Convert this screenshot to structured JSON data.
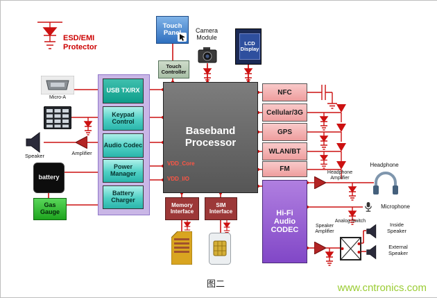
{
  "esd": {
    "label": "ESD/EMI Protector"
  },
  "top": {
    "touch_panel": "Touch Panel",
    "touch_controller": "Touch Controller",
    "camera_module": "Camera Module",
    "lcd_display": "LCD Display"
  },
  "left": {
    "micro_a": "Micro-A",
    "blocks": [
      "USB TX/RX",
      "Keypad Control",
      "Audio Codec",
      "Power Manager",
      "Battery Charger"
    ],
    "speaker": "Speaker",
    "amplifier": "Amplifier",
    "battery": "battery",
    "gas_gauge": "Gas Gauge"
  },
  "processor": {
    "title": "Baseband Processor",
    "vdd_core": "VDD_Core",
    "vdd_io": "VDD_I/O"
  },
  "interfaces": {
    "memory": "Memory Interface",
    "sim": "SIM Interface"
  },
  "radios": [
    "NFC",
    "Cellular/3G",
    "GPS",
    "WLAN/BT",
    "FM"
  ],
  "audio": {
    "hifi_codec": "Hi-Fi Audio CODEC",
    "headphone_amplifier": "Headphone Amplifier",
    "headphone": "Headphone",
    "microphone": "Microphone",
    "speaker_amplifier": "Speaker Amplifier",
    "analog_switch": "Analog Switch",
    "inside_speaker": "Inside Speaker",
    "external_speaker": "External Speaker"
  },
  "caption": "图二",
  "watermark": "www.cntronics.com",
  "colors": {
    "line": "#cc1111",
    "watermark": "#9acc33"
  }
}
